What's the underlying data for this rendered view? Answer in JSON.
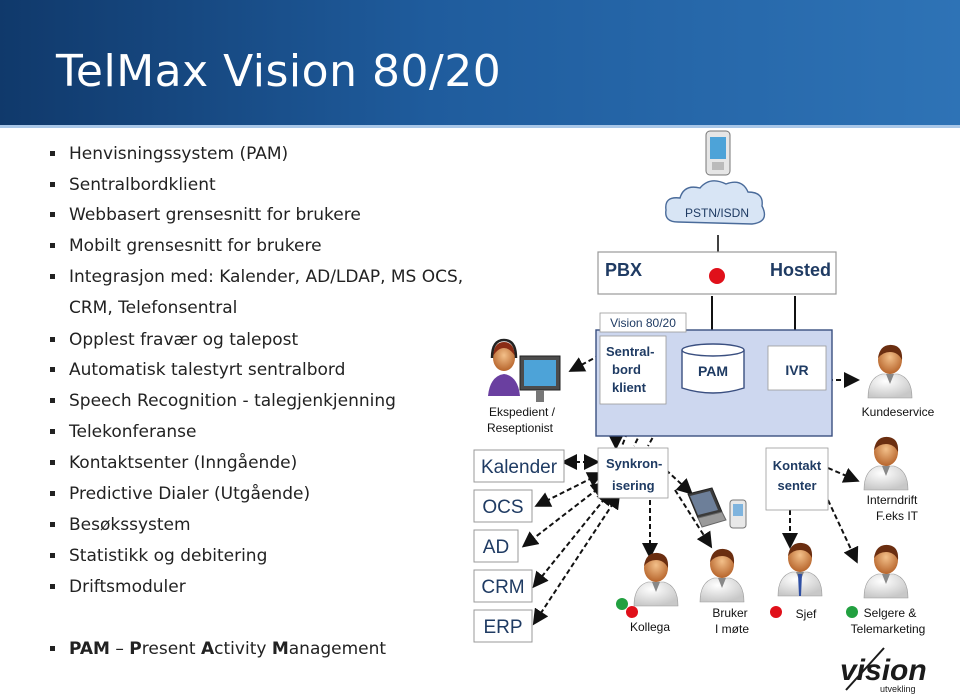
{
  "title": "TelMax Vision 80/20",
  "bullets": [
    "Henvisningssystem (PAM)",
    "Sentralbordklient",
    "Webbasert grensesnitt for brukere",
    "Mobilt grensesnitt for brukere",
    "Integrasjon med: Kalender, AD/LDAP, MS OCS,",
    "CRM, Telefonsentral",
    "Opplest fravær og talepost",
    "Automatisk talestyrt sentralbord",
    "Speech Recognition - talegjenkjenning",
    "Telekonferanse",
    "Kontaktsenter (Inngående)",
    "Predictive Dialer (Utgående)",
    "Besøkssystem",
    "Statistikk og debitering",
    "Driftsmoduler"
  ],
  "pam_line": {
    "p1": "PAM",
    "dash": " – ",
    "p2": "P",
    "p3": "resent ",
    "p4": "A",
    "p5": "ctivity ",
    "p6": "M",
    "p7": "anagement"
  },
  "diagram": {
    "pstn": "PSTN/ISDN",
    "pbx": "PBX",
    "hosted": "Hosted",
    "vision": "Vision 80/20",
    "sentralbord": [
      "Sentral-",
      "bord",
      "klient"
    ],
    "pam": "PAM",
    "ivr": "IVR",
    "synkron": [
      "Synkron-",
      "isering"
    ],
    "kontakt": [
      "Kontakt",
      "senter"
    ],
    "ekspedient": [
      "Ekspedient /",
      "Reseptionist"
    ],
    "integrations": [
      "Kalender",
      "OCS",
      "AD",
      "CRM",
      "ERP"
    ],
    "kundeservice": "Kundeservice",
    "interndrift": [
      "Interndrift",
      "F.eks IT"
    ],
    "kollega": "Kollega",
    "bruker": [
      "Bruker",
      "I møte"
    ],
    "sjef": "Sjef",
    "selgere": [
      "Selgere &",
      "Telemarketing"
    ],
    "logo_main": "vision",
    "logo_sub": "utvekling"
  },
  "colors": {
    "header_dark": "#10396b",
    "header_light": "#2e73b6",
    "vision_box": "#cdd7ef",
    "status_red": "#e0101a",
    "status_green": "#22a040"
  }
}
